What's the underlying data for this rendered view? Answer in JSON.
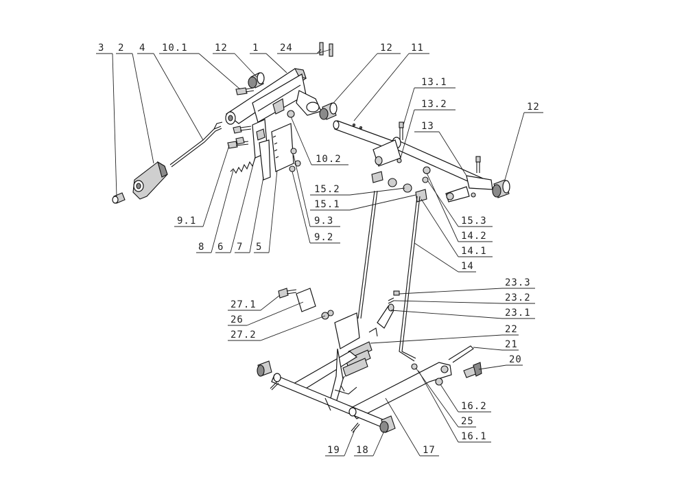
{
  "diagram": {
    "labels": [
      {
        "id": "l3",
        "text": "3"
      },
      {
        "id": "l2",
        "text": "2"
      },
      {
        "id": "l4",
        "text": "4"
      },
      {
        "id": "l10_1",
        "text": "10.1"
      },
      {
        "id": "l12a",
        "text": "12"
      },
      {
        "id": "l1",
        "text": "1"
      },
      {
        "id": "l24",
        "text": "24"
      },
      {
        "id": "l12b",
        "text": "12"
      },
      {
        "id": "l11",
        "text": "11"
      },
      {
        "id": "l13_1",
        "text": "13.1"
      },
      {
        "id": "l13_2",
        "text": "13.2"
      },
      {
        "id": "l13",
        "text": "13"
      },
      {
        "id": "l12c",
        "text": "12"
      },
      {
        "id": "l10_2",
        "text": "10.2"
      },
      {
        "id": "l15_2",
        "text": "15.2"
      },
      {
        "id": "l15_1",
        "text": "15.1"
      },
      {
        "id": "l15_3",
        "text": "15.3"
      },
      {
        "id": "l9_3",
        "text": "9.3"
      },
      {
        "id": "l14_2",
        "text": "14.2"
      },
      {
        "id": "l9_1",
        "text": "9.1"
      },
      {
        "id": "l9_2",
        "text": "9.2"
      },
      {
        "id": "l14_1",
        "text": "14.1"
      },
      {
        "id": "l8",
        "text": "8"
      },
      {
        "id": "l6",
        "text": "6"
      },
      {
        "id": "l7",
        "text": "7"
      },
      {
        "id": "l5",
        "text": "5"
      },
      {
        "id": "l14",
        "text": "14"
      },
      {
        "id": "l23_3",
        "text": "23.3"
      },
      {
        "id": "l27_1",
        "text": "27.1"
      },
      {
        "id": "l23_2",
        "text": "23.2"
      },
      {
        "id": "l26",
        "text": "26"
      },
      {
        "id": "l23_1",
        "text": "23.1"
      },
      {
        "id": "l27_2",
        "text": "27.2"
      },
      {
        "id": "l22",
        "text": "22"
      },
      {
        "id": "l21",
        "text": "21"
      },
      {
        "id": "l20",
        "text": "20"
      },
      {
        "id": "l16_2",
        "text": "16.2"
      },
      {
        "id": "l25",
        "text": "25"
      },
      {
        "id": "l16_1",
        "text": "16.1"
      },
      {
        "id": "l19",
        "text": "19"
      },
      {
        "id": "l18",
        "text": "18"
      },
      {
        "id": "l17",
        "text": "17"
      }
    ]
  },
  "colors": {
    "line": "#111111",
    "background": "#ffffff",
    "part_fill": "#cfcfcf",
    "dark_fill": "#8a8a8a"
  }
}
